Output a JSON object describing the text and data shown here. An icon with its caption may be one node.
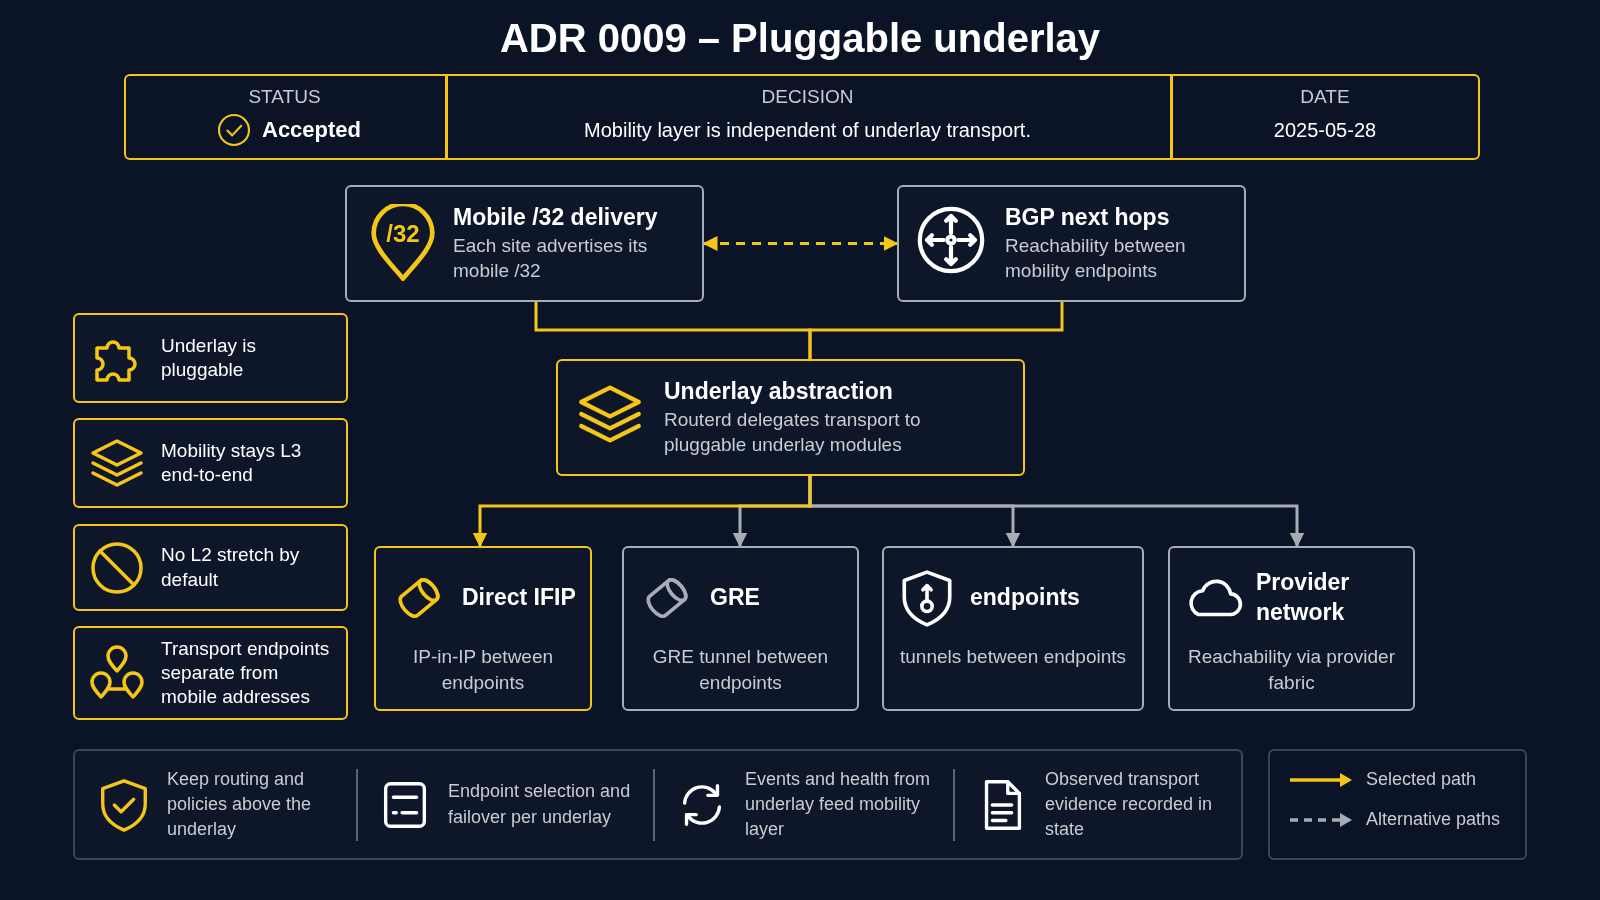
{
  "diagram": {
    "title": "ADR 0009 – Pluggable underlay",
    "nodes": [
      {
        "text": [
          "/32",
          "Mobile /32 delivery",
          "Each site advertises its mobile /32"
        ]
      },
      {
        "text": [
          "BGP next hops",
          "Reachability between mobility endpoints"
        ]
      },
      {
        "text": [
          "Underlay abstraction",
          "Routerd delegates transport to pluggable underlay modules"
        ]
      },
      {
        "text": [
          "Direct IFIP",
          "IP-in-IP between endpoints"
        ]
      },
      {
        "text": [
          "GRE",
          "GRE tunnel between endpoints"
        ]
      },
      {
        "text": [
          "endpoints",
          "tunnels between endpoints"
        ]
      },
      {
        "text": [
          "Provider network",
          "Reachability via provider fabric"
        ]
      },
      {
        "text": [
          "Underlay is pluggable"
        ]
      },
      {
        "text": [
          "Mobility stays L3 end-to-end"
        ]
      },
      {
        "text": [
          "No L2 stretch by default"
        ]
      },
      {
        "text": [
          "Transport endpoints separate from mobile addresses"
        ]
      },
      {
        "text": [
          "Keep routing and policies above the underlay",
          "Endpoint selection and failover per underlay",
          "Events and health from underlay feed mobility layer",
          "Observed transport evidence recorded in state"
        ]
      }
    ],
    "edges": [
      {
        "from": 0,
        "to": 1,
        "arrow": "both",
        "style": "dashed"
      },
      {
        "from": 0,
        "to": 2,
        "arrow": "none"
      },
      {
        "from": 1,
        "to": 2,
        "arrow": "none"
      },
      {
        "from": 2,
        "to": 3,
        "arrow": "to"
      },
      {
        "from": 2,
        "to": 4,
        "arrow": "to",
        "color": "#a7adb5"
      },
      {
        "from": 2,
        "to": 5,
        "arrow": "to",
        "color": "#a7adb5"
      },
      {
        "from": 2,
        "to": 6,
        "arrow": "to",
        "color": "#a7adb5"
      }
    ],
    "labels": [
      "STATUS",
      "DECISION",
      "DATE",
      "Accepted",
      "Mobility layer is independent of underlay transport.",
      "2025-05-28"
    ],
    "legend": [
      {
        "text": "Selected path"
      },
      {
        "text": "Alternative paths"
      }
    ]
  }
}
